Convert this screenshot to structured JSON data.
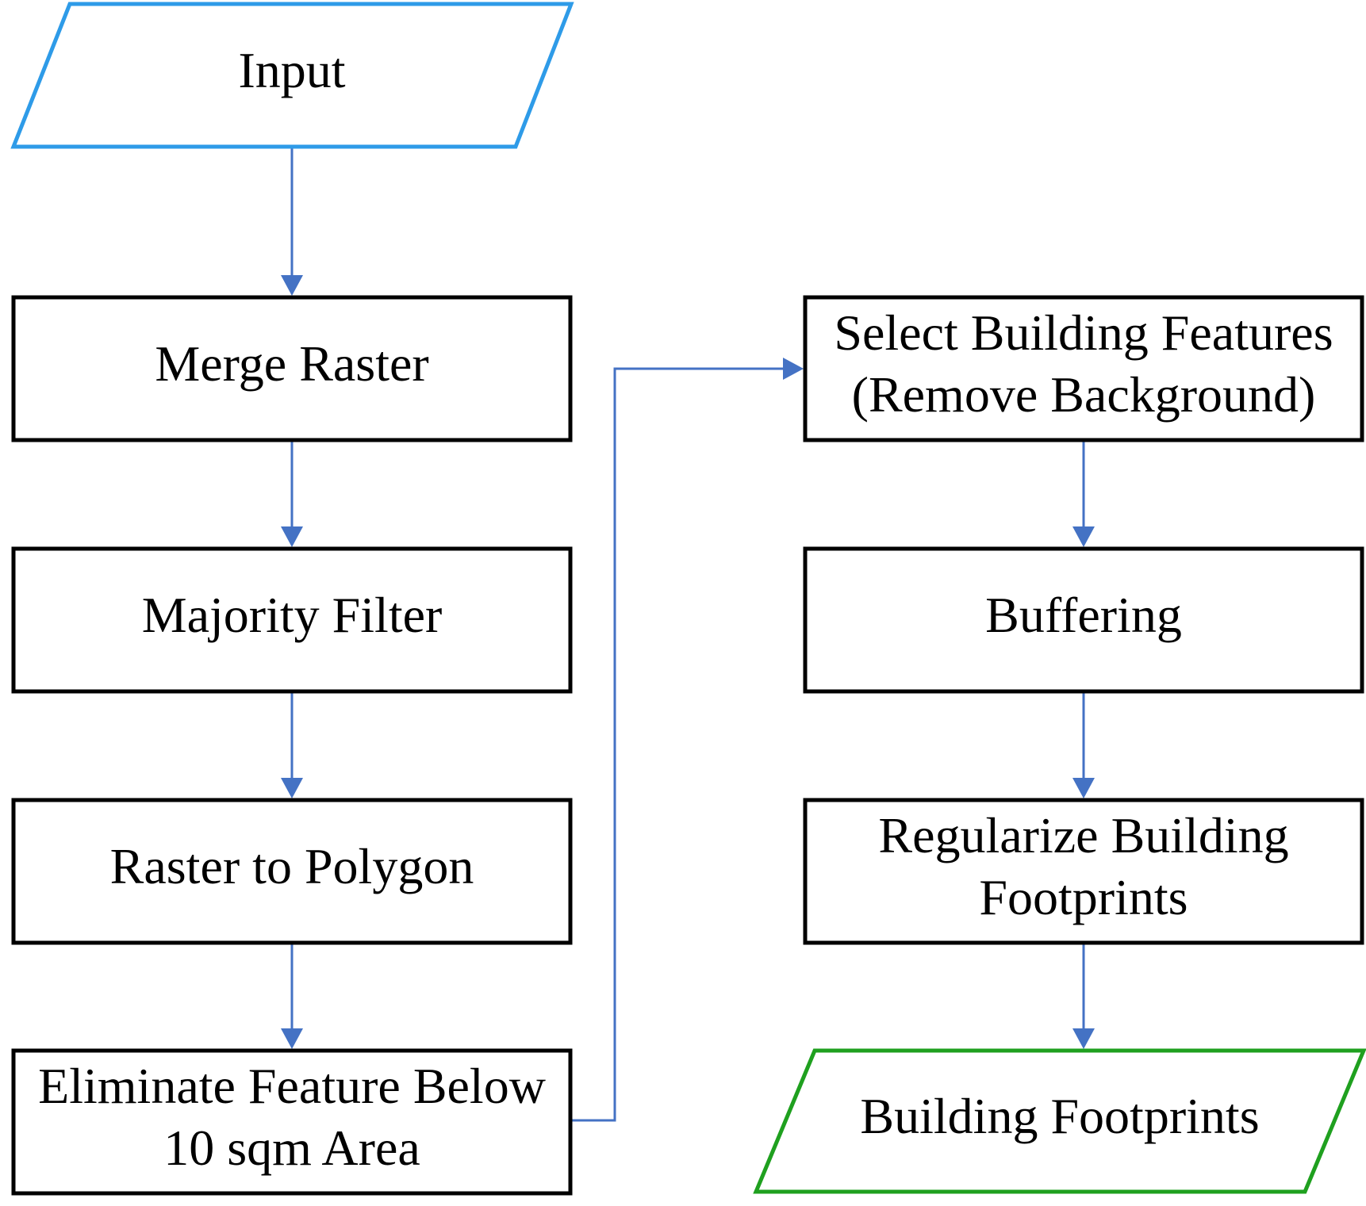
{
  "diagram": {
    "type": "flowchart",
    "colors": {
      "edge": "#4472C4",
      "process_border": "#000000",
      "input_border": "#2E9BE8",
      "output_border": "#1FA01F"
    },
    "nodes": {
      "input": {
        "shape": "parallelogram",
        "lines": [
          "Input"
        ]
      },
      "merge": {
        "shape": "rectangle",
        "lines": [
          "Merge Raster"
        ]
      },
      "majority": {
        "shape": "rectangle",
        "lines": [
          "Majority Filter"
        ]
      },
      "r2p": {
        "shape": "rectangle",
        "lines": [
          "Raster to Polygon"
        ]
      },
      "eliminate": {
        "shape": "rectangle",
        "lines": [
          "Eliminate Feature Below",
          "10 sqm Area"
        ]
      },
      "select": {
        "shape": "rectangle",
        "lines": [
          "Select Building Features",
          "(Remove Background)"
        ]
      },
      "buffer": {
        "shape": "rectangle",
        "lines": [
          "Buffering"
        ]
      },
      "regularize": {
        "shape": "rectangle",
        "lines": [
          "Regularize Building",
          "Footprints"
        ]
      },
      "output": {
        "shape": "parallelogram",
        "lines": [
          "Building Footprints"
        ]
      }
    },
    "edges": [
      {
        "from": "input",
        "to": "merge"
      },
      {
        "from": "merge",
        "to": "majority"
      },
      {
        "from": "majority",
        "to": "r2p"
      },
      {
        "from": "r2p",
        "to": "eliminate"
      },
      {
        "from": "eliminate",
        "to": "select"
      },
      {
        "from": "select",
        "to": "buffer"
      },
      {
        "from": "buffer",
        "to": "regularize"
      },
      {
        "from": "regularize",
        "to": "output"
      }
    ]
  }
}
